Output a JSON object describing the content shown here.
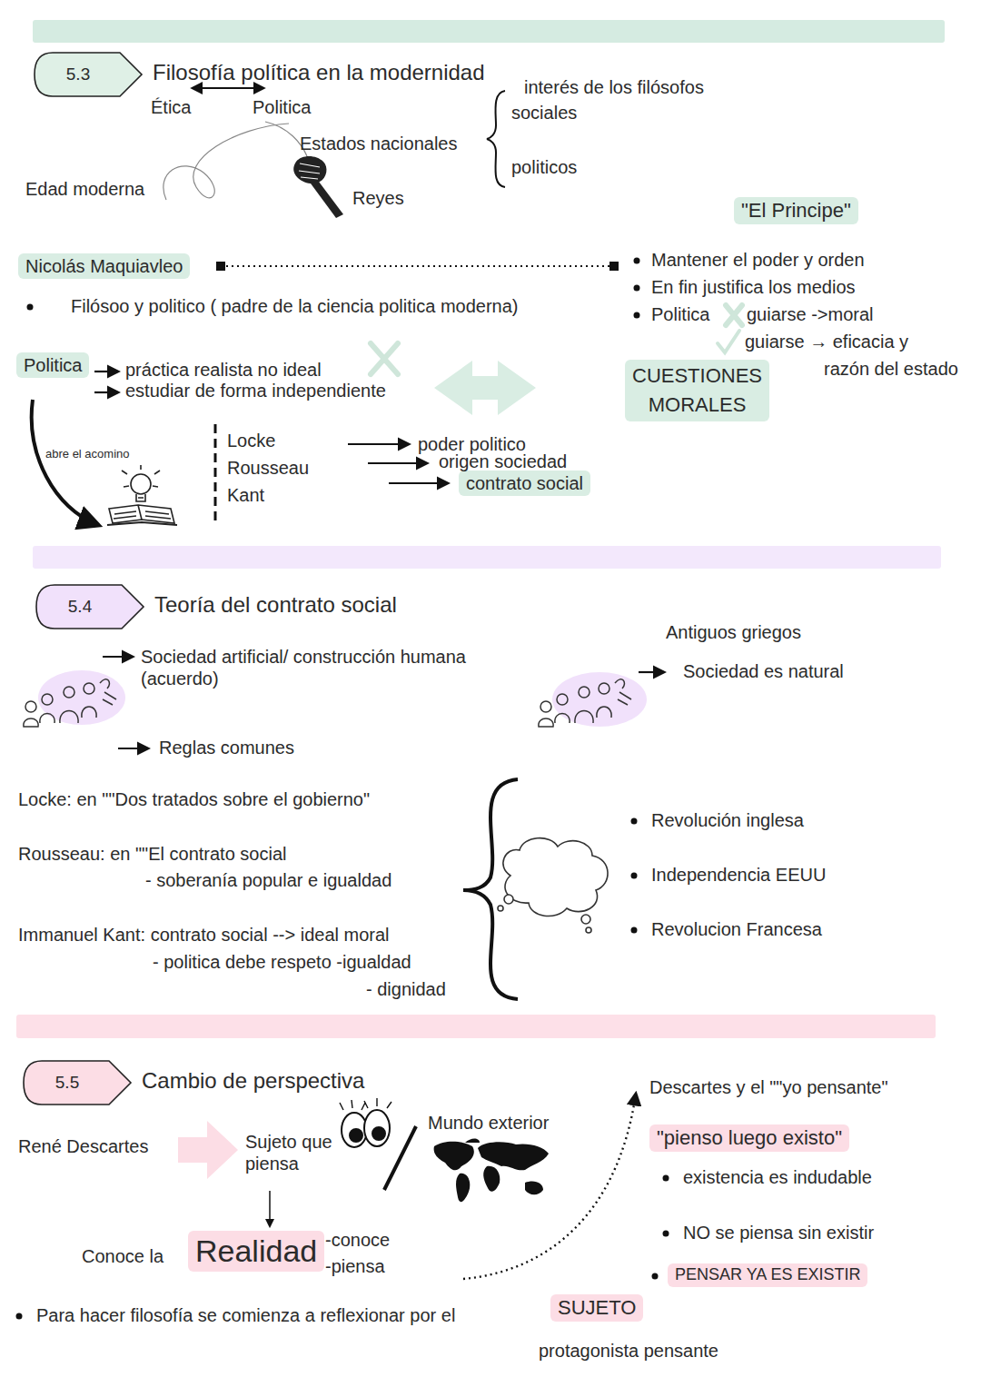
{
  "diagram": {
    "nodes": [
      {
        "text": [
          "5.3",
          "Filosofía política en la modernidad"
        ]
      },
      {
        "text": [
          "\"El Principe\""
        ]
      },
      {
        "text": [
          "Nicolás Maquiavleo"
        ]
      },
      {
        "text": [
          "Politica"
        ]
      },
      {
        "text": [
          "CUESTIONES MORALES"
        ]
      },
      {
        "text": [
          "contrato social"
        ]
      },
      {
        "text": [
          "5.4",
          "Teoría del contrato social"
        ]
      },
      {
        "text": [
          "5.5",
          "Cambio de perspectiva"
        ]
      },
      {
        "text": [
          "\"pienso luego existo\""
        ]
      },
      {
        "text": [
          "Realidad"
        ]
      },
      {
        "text": [
          "PENSAR YA ES EXISTIR"
        ]
      },
      {
        "text": [
          "SUJETO"
        ]
      }
    ],
    "labels": [
      "Ética",
      "Politica",
      "interés de los filósofos",
      "sociales",
      "Estados nacionales",
      "politicos",
      "Edad moderna",
      "Reyes",
      "Mantener el poder y orden",
      "En fin justifica los medios",
      "Politica",
      "guiarse ->moral",
      "guiarse → eficacia y",
      "razón del estado",
      "Filósoo y politico ( padre de la ciencia politica moderna)",
      "práctica realista  no ideal",
      "estudiar de forma independiente",
      "abre el acomino",
      "Locke",
      "Rousseau",
      "Kant",
      "poder politico",
      "origen sociedad",
      "Sociedad artificial/ construcción humana (acuerdo)",
      "Antiguos griegos",
      "Sociedad es natural",
      "Reglas comunes",
      "Locke: en \"\"Dos tratados sobre el gobierno\"",
      "Rousseau: en \"\"El contrato social",
      "- soberanía popular e igualdad",
      "Immanuel Kant: contrato social --> ideal moral",
      "- politica debe respeto -igualdad",
      "- dignidad",
      "Revolución inglesa",
      "Independencia EEUU",
      "Revolucion Francesa",
      "Descartes y el \"\"yo pensante\"",
      "René Descartes",
      "Sujeto que piensa",
      "Mundo exterior",
      "existencia es indudable",
      "NO se piensa sin existir",
      "Conoce la",
      "-conoce",
      "-piensa",
      "Para hacer filosofía se comienza a reflexionar por el",
      "protagonista pensante"
    ]
  }
}
